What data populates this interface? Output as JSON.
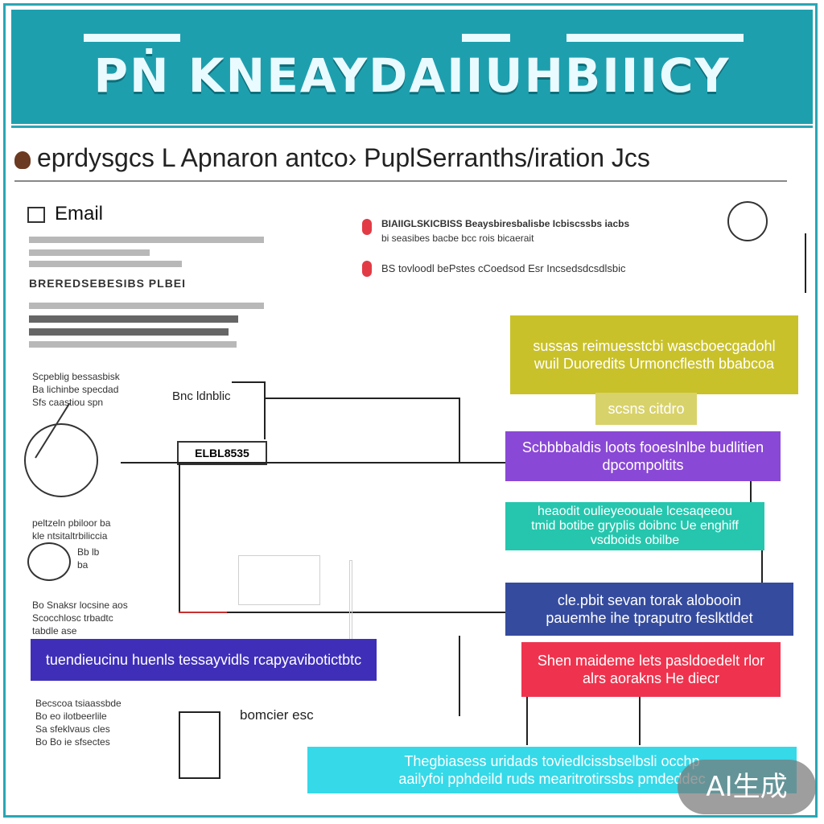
{
  "banner": {
    "title": "PṄ KNEAYDAIIUHBIIICY",
    "bg_color": "#1e9fae"
  },
  "subtitle": {
    "text": "eprdysgcs L Apnaron antco› PuplSerranths/iration Jcs"
  },
  "email": {
    "label": "Email",
    "icon": "email-icon"
  },
  "left_column": {
    "bar_label": "BREREDSEBESIBS PLBEI",
    "para1": [
      "Scpeblig bessasbisk",
      "Ba lichinbe specdad",
      "Sfs caastiou spn"
    ],
    "para1_side": "Bnc ldnblic",
    "badge": "ELBL8535",
    "para2": [
      "peltzeln pbiloor ba",
      "kle ntsitaltrbiliccia",
      "Bb lb",
      "ba"
    ],
    "para3": [
      "Bo Snaksr locsine aos",
      "Scocchlosc trbadtc",
      "tabdle ase"
    ],
    "para4": [
      "Becscoa tsiaassbde",
      "Bo eo ilotbeerlile",
      "Sa sfeklvaus cles",
      "Bo Bo ie sfsectes"
    ],
    "small_caption": "bomcier esc"
  },
  "top_notes": {
    "line1": "BIAIIGLSKICBISS Beaysbiresbalisbe Icbiscssbs iacbs",
    "line2": "bi seasibes bacbe bcc rois bicaerait",
    "line3": "BS tovloodl bePstes cCoedsod Esr Incsedsdcsdlsbic"
  },
  "blocks": {
    "yellow": [
      "sussas reimuesstcbi wascboecgadohl",
      "wuil Duoredits Urmoncflesth bbabcoa"
    ],
    "yellow_tab": "scsns citdro",
    "purple": [
      "Scbbbbaldis loots fooeslnlbe budlitien",
      "dpcompoltits"
    ],
    "teal": [
      "heaodit oulieyeoouale lcesaqeeou",
      "tmid botibe gryplis doibnc Ue enghiff",
      "vsdboids obilbe"
    ],
    "navy": [
      "cle.pbit sevan torak alobooin",
      "pauemhe ihe tpraputro feslktldet"
    ],
    "red": [
      "Shen maideme lets pasldoedelt rlor",
      "alrs aorakns He diecr"
    ],
    "indigo": "tuendieucinu huenls tessayvidls rcapyavibotictbtc",
    "cyan": [
      "Thegbiasess uridads toviedlcissbselbsli occhp",
      "aailyfoi pphdeild ruds mearitrotirssbs pmdeddec"
    ]
  },
  "watermark": {
    "text": "AI生成"
  },
  "colors": {
    "yellow": "#c9c12a",
    "purple": "#8a48d6",
    "teal": "#25c6ad",
    "navy": "#354b9e",
    "red": "#ef334e",
    "indigo": "#3f2fb8",
    "cyan": "#35d9e8"
  }
}
